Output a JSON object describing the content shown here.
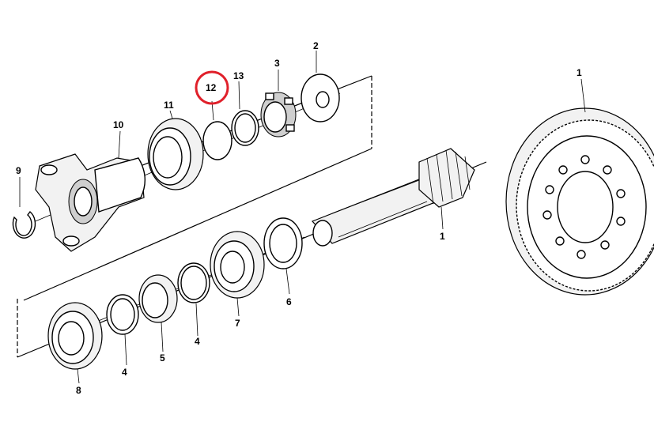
{
  "callouts": {
    "c1_gear": "1",
    "c1_pinion": "1",
    "c2": "2",
    "c3": "3",
    "c4_left": "4",
    "c4_right": "4",
    "c5": "5",
    "c6": "6",
    "c7": "7",
    "c8": "8",
    "c9": "9",
    "c10": "10",
    "c11": "11",
    "c12": "12",
    "c13": "13"
  },
  "highlight": {
    "callout": "12",
    "color": "#e0202a"
  }
}
